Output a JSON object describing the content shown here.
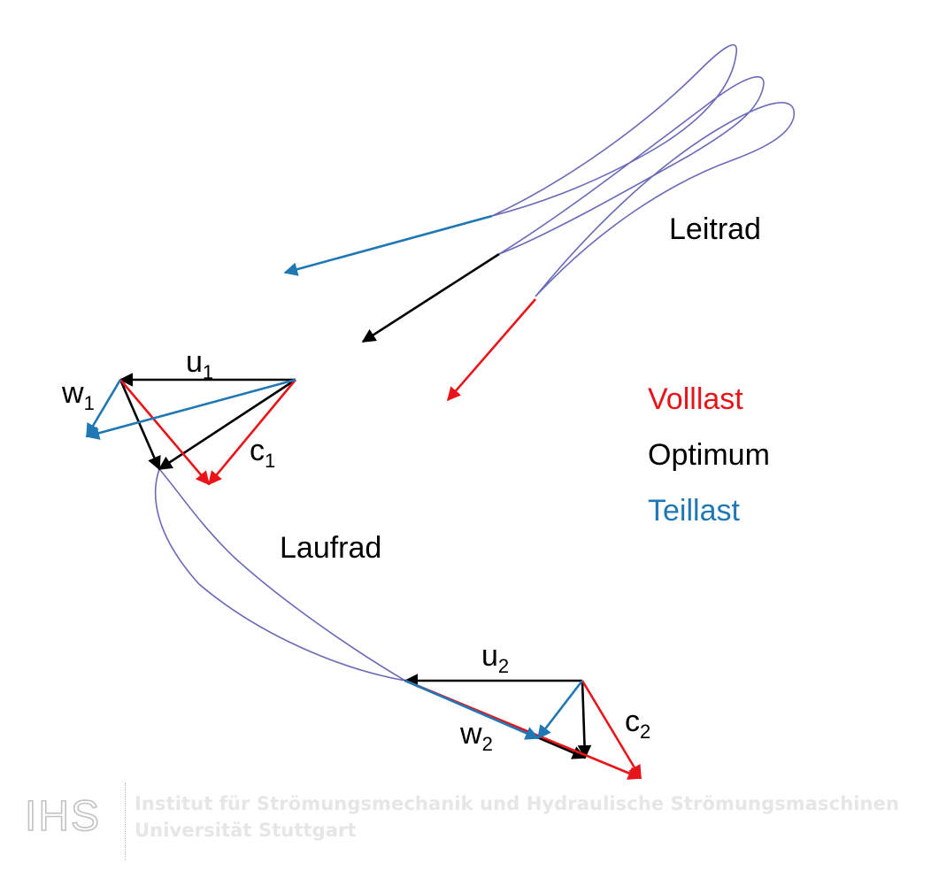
{
  "labels": {
    "leitrad": "Leitrad",
    "laufrad": "Laufrad"
  },
  "legend": {
    "volllast": "Volllast",
    "optimum": "Optimum",
    "teillast": "Teillast"
  },
  "vectors": {
    "u1": {
      "base": "u",
      "sub": "1"
    },
    "w1": {
      "base": "w",
      "sub": "1"
    },
    "c1": {
      "base": "c",
      "sub": "1"
    },
    "u2": {
      "base": "u",
      "sub": "2"
    },
    "w2": {
      "base": "w",
      "sub": "2"
    },
    "c2": {
      "base": "c",
      "sub": "2"
    }
  },
  "footer": {
    "logo_text": "IHS",
    "institute": "Institut für Strömungsmechanik und Hydraulische Strömungsmaschinen",
    "university": "Universität Stuttgart"
  },
  "colors": {
    "volllast": "#e8141a",
    "optimum": "#000000",
    "teillast": "#1f77b4",
    "blade": "#6a6ab8"
  }
}
